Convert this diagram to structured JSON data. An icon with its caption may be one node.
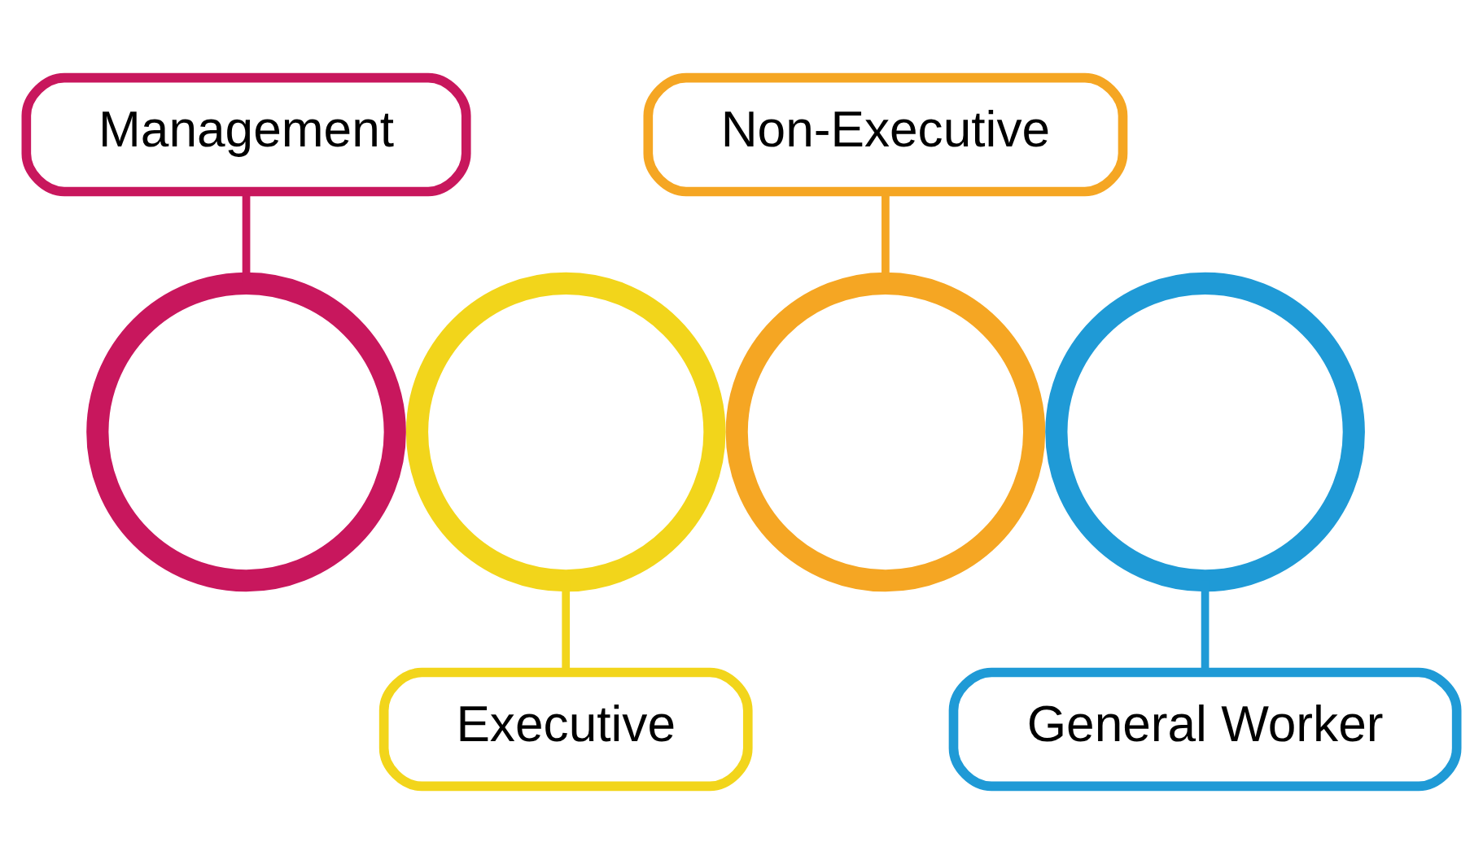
{
  "diagram": {
    "nodes": [
      {
        "text": [
          "Management"
        ]
      },
      {
        "text": [
          "Non-Executive"
        ]
      },
      {
        "text": [],
        "shape": "circle"
      },
      {
        "text": [],
        "shape": "circle"
      },
      {
        "text": [],
        "shape": "circle"
      },
      {
        "text": [],
        "shape": "circle"
      },
      {
        "text": [
          "Executive"
        ]
      },
      {
        "text": [
          "General Worker"
        ]
      }
    ],
    "edges": [
      {
        "from": 0,
        "to": 2,
        "arrow": "none",
        "color": "#c8175d"
      },
      {
        "from": 1,
        "to": 4,
        "arrow": "none",
        "color": "#f5a623"
      },
      {
        "from": 3,
        "to": 6,
        "arrow": "none",
        "color": "#f2d51b"
      },
      {
        "from": 5,
        "to": 7,
        "arrow": "none",
        "color": "#1f9ad6"
      }
    ]
  }
}
